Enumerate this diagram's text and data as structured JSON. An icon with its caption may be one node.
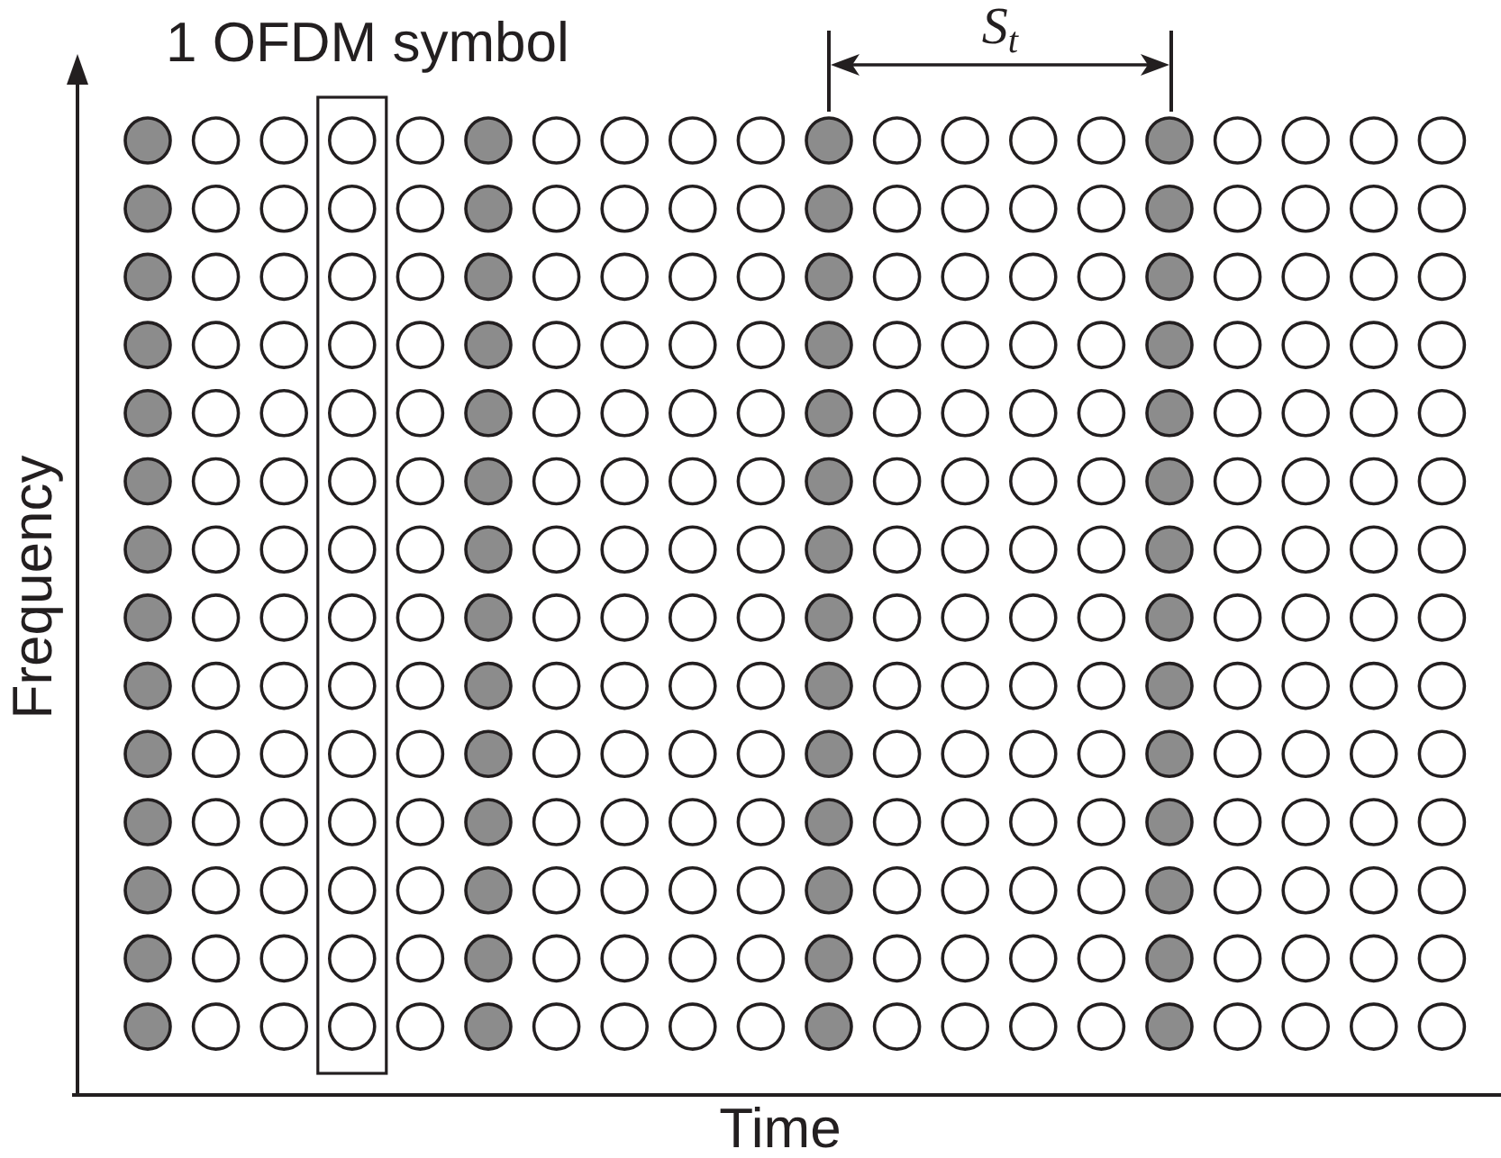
{
  "diagram": {
    "labels": [
      "1 OFDM symbol",
      "S$_{t}$",
      "Frequency",
      "Time"
    ]
  }
}
